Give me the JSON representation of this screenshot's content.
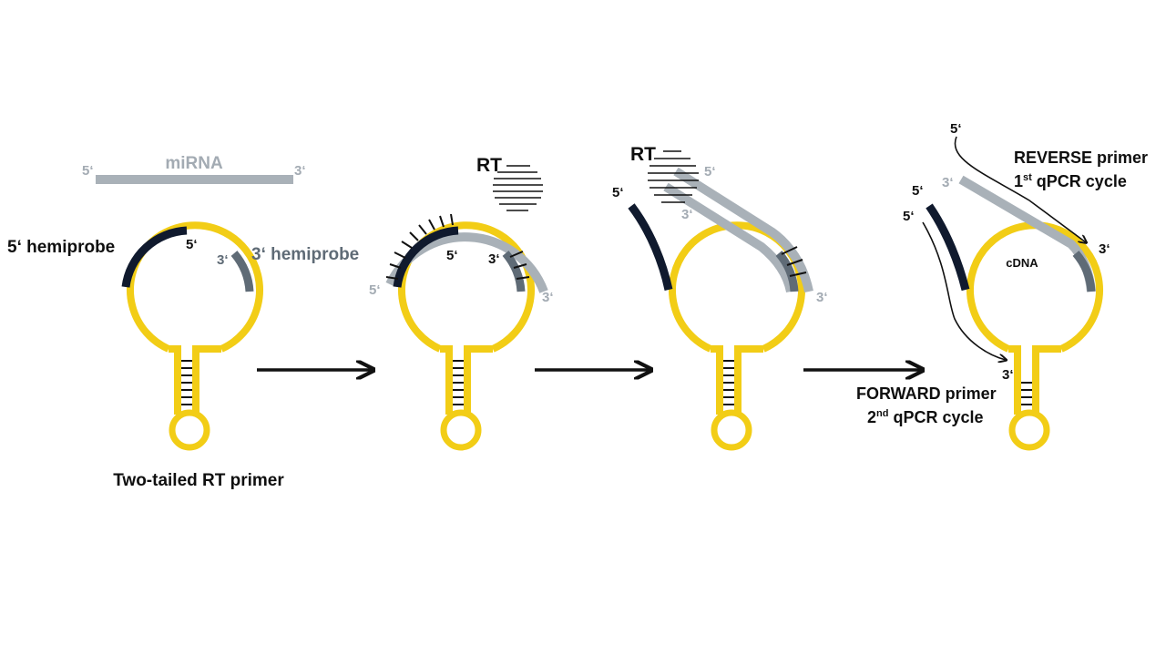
{
  "stages": [
    {
      "id": "stage1",
      "mirna": {
        "label": "miRNA",
        "five": "5‘",
        "three": "3‘"
      },
      "hemiprobe5": {
        "label": "5‘ hemiprobe",
        "end": "5‘"
      },
      "hemiprobe3": {
        "label": "3‘ hemiprobe",
        "end": "3‘"
      },
      "caption": "Two-tailed RT primer"
    },
    {
      "id": "stage2",
      "rt": "RT",
      "labels": {
        "five_left": "5‘",
        "five_inner": "5‘",
        "three_inner": "3‘",
        "three_right": "3‘"
      }
    },
    {
      "id": "stage3",
      "rt": "RT",
      "labels": {
        "five_left": "5‘",
        "five_top": "5‘",
        "three_mid": "3‘",
        "three_right": "3‘"
      }
    },
    {
      "id": "stage4",
      "reverse_primer": {
        "name": "REVERSE primer",
        "cycle_num": "1",
        "cycle_sup": "st",
        "cycle_text": " qPCR cycle"
      },
      "forward_primer": {
        "name": "FORWARD primer",
        "cycle_num": "2",
        "cycle_sup": "nd",
        "cycle_text": " qPCR cycle"
      },
      "cdna": "cDNA",
      "labels": {
        "five_top": "5‘",
        "three_grey": "3‘",
        "three_right": "3‘",
        "five_a": "5‘",
        "five_b": "5‘",
        "three_low": "3‘"
      }
    }
  ],
  "colors": {
    "stem_loop": "#f2cd16",
    "hemiprobe5": "#101a2e",
    "hemiprobe3": "#5f6b76",
    "mirna": "#a9b1b8"
  }
}
